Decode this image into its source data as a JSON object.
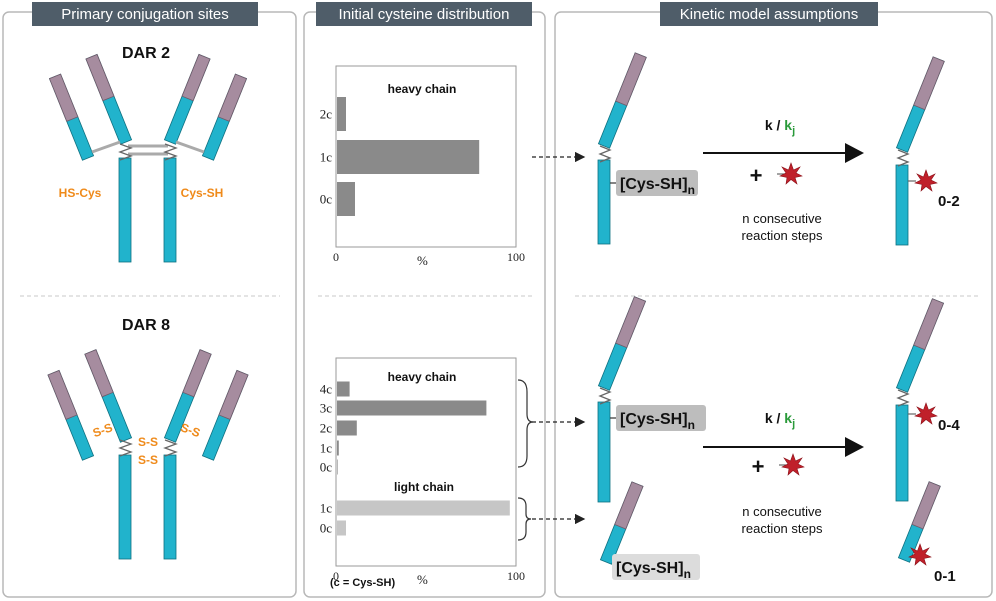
{
  "panels": {
    "left_title": "Primary conjugation sites",
    "middle_title": "Initial cysteine distribution",
    "right_title": "Kinetic model assumptions"
  },
  "left": {
    "dar2_label": "DAR 2",
    "dar8_label": "DAR 8",
    "hs_cys": "HS-Cys",
    "cys_sh": "Cys-SH",
    "ss_label": "S-S"
  },
  "colors": {
    "heavy_teal": "#21b3cc",
    "light_mauve": "#a68c9f",
    "orange_text": "#ef8a1a",
    "star_red": "#c0202a",
    "green_kj": "#2a9a3a",
    "bar_dark": "#8a8a8a",
    "bar_light": "#c6c6c6",
    "title_bg": "#4f5d69"
  },
  "chart_data": [
    {
      "type": "bar",
      "orientation": "horizontal",
      "title": "heavy chain",
      "categories": [
        "2c",
        "1c",
        "0c"
      ],
      "values": [
        5,
        79,
        10
      ],
      "xlabel": "%",
      "xlim": [
        0,
        100
      ],
      "xticks": [
        "0",
        "100"
      ]
    },
    {
      "type": "bar",
      "orientation": "horizontal",
      "title": "heavy chain",
      "categories": [
        "4c",
        "3c",
        "2c",
        "1c",
        "0c"
      ],
      "values": [
        7,
        83,
        11,
        1,
        0
      ],
      "title2": "light chain",
      "categories2": [
        "1c",
        "0c"
      ],
      "values2": [
        96,
        5
      ],
      "xlabel": "%",
      "xlim": [
        0,
        100
      ],
      "xticks": [
        "0",
        "100"
      ],
      "footnote": "(c = Cys-SH)"
    }
  ],
  "kinetics": {
    "rate_k": "k",
    "slash": " / ",
    "rate_kj_base": "k",
    "rate_kj_sub": "j",
    "plus": "+",
    "steps_line1": "n consecutive",
    "steps_line2": "reaction steps",
    "cys_box": "[Cys-SH]",
    "cys_sub": "n",
    "product_top": "0-2",
    "product_mid": "0-4",
    "product_bottom": "0-1"
  }
}
